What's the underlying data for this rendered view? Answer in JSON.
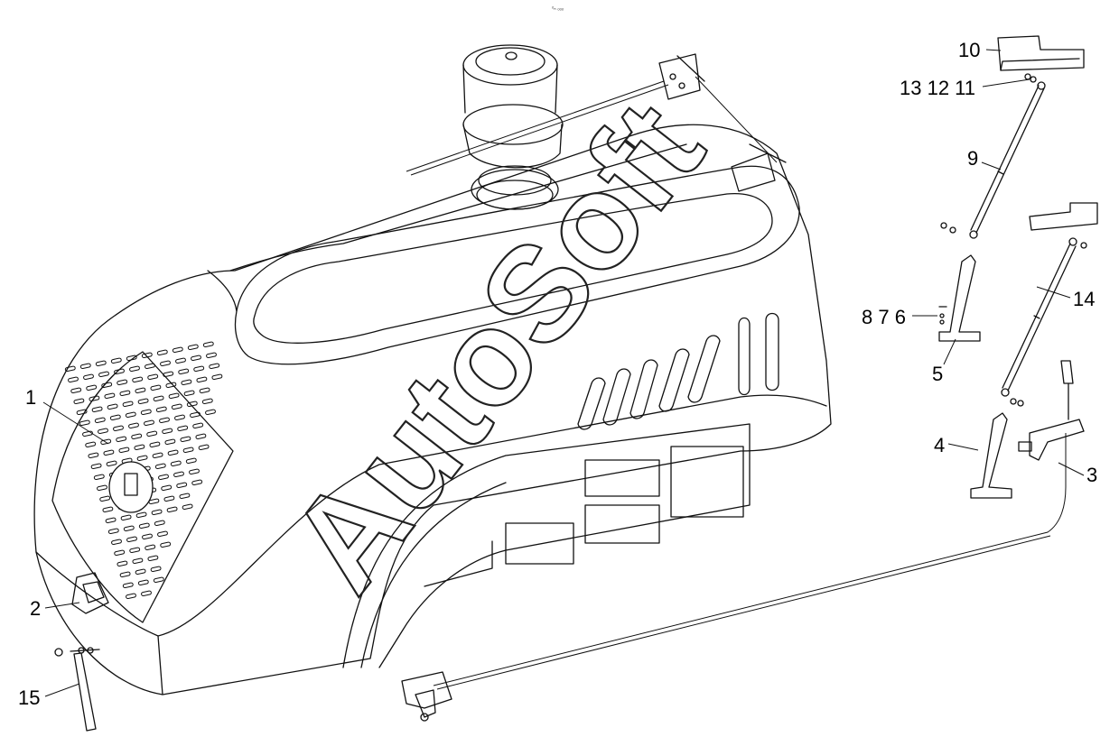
{
  "diagram": {
    "callouts": [
      {
        "id": "c1",
        "text": "1"
      },
      {
        "id": "c2",
        "text": "2"
      },
      {
        "id": "c3",
        "text": "3"
      },
      {
        "id": "c4",
        "text": "4"
      },
      {
        "id": "c5",
        "text": "5"
      },
      {
        "id": "c678",
        "text": "8 7 6"
      },
      {
        "id": "c9",
        "text": "9"
      },
      {
        "id": "c10",
        "text": "10"
      },
      {
        "id": "c111213",
        "text": "13 12 11"
      },
      {
        "id": "c14",
        "text": "14"
      },
      {
        "id": "c15",
        "text": "15"
      }
    ],
    "watermark": "AutoSoft",
    "header_mark": "ᵒₙ ₒₒₒ"
  }
}
